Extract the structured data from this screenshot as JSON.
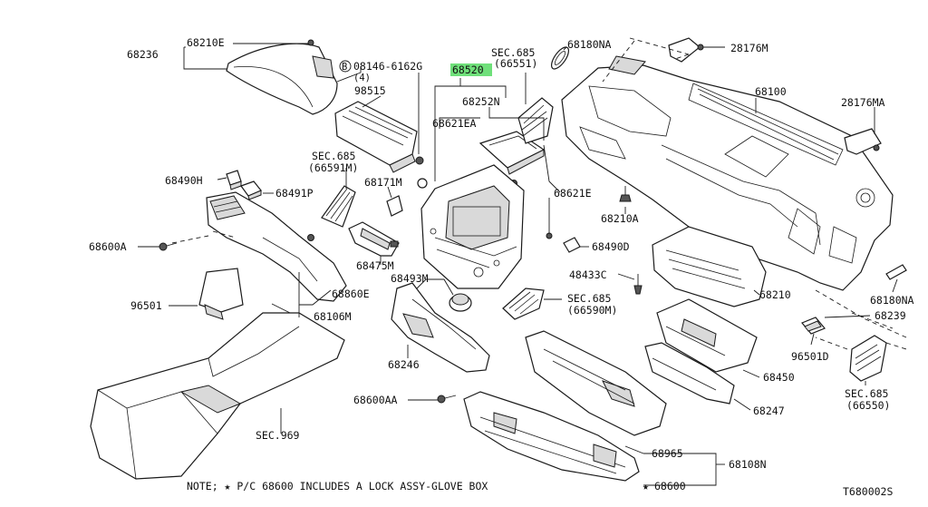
{
  "labels": {
    "p68236": "68236",
    "p68210E": "68210E",
    "p08146": "08146-6162G",
    "p08146_qty": "(4)",
    "p08146_mark": "B",
    "p98515": "98515",
    "p68520": "68520",
    "p68252N": "68252N",
    "p68621EA": "68621EA",
    "sec685_a": "SEC.685",
    "sec685_a_ref": "(66551)",
    "p68180NA_top": "68180NA",
    "p28176M": "28176M",
    "p68100": "68100",
    "p28176MA": "28176MA",
    "sec685_b": "SEC.685",
    "sec685_b_ref": "(66591M)",
    "p68490H": "68490H",
    "p68491P": "68491P",
    "p68171M": "68171M",
    "p68621E": "68621E",
    "p68210A": "68210A",
    "p68600A": "68600A",
    "p68490D": "68490D",
    "p68475M": "68475M",
    "p48433C": "48433C",
    "p68493M": "68493M",
    "p68860E": "68860E",
    "p68210": "68210",
    "p68180NA_right": "68180NA",
    "p96501": "96501",
    "p68106M": "68106M",
    "sec685_c": "SEC.685",
    "sec685_c_ref": "(66590M)",
    "p68239": "68239",
    "p96501D": "96501D",
    "p68246": "68246",
    "p68450": "68450",
    "p68600AA": "68600AA",
    "p68247": "68247",
    "sec685_d": "SEC.685",
    "sec685_d_ref": "(66550)",
    "sec969": "SEC.969",
    "p68965": "68965",
    "p68108N": "68108N",
    "p68600": "68600",
    "star": "★"
  },
  "note": "NOTE; ★ P/C 68600 INCLUDES A LOCK ASSY-GLOVE BOX",
  "diagram_id": "T680002S",
  "highlight_color": "#6fe07a"
}
